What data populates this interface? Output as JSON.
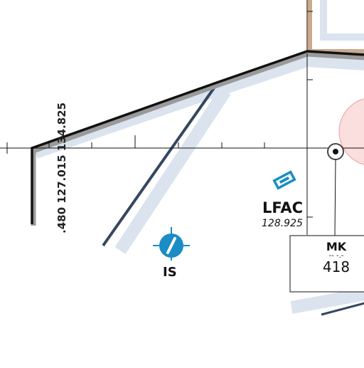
{
  "map": {
    "freq_vertical": ".480 127.015 134.825",
    "station_id": "LFAC",
    "station_freq": "128.925",
    "navaid_partial_label": "IS",
    "beacon_box": {
      "ident": "MK",
      "morse": "-- -.-",
      "freq": "418"
    }
  },
  "colors": {
    "airspace_border": "#34475f",
    "airspace_tint": "#dbe3ee",
    "boundary_black": "#111111",
    "restricted_pink": "#f4c8c8",
    "frame_brown": "#c8aa8f",
    "navaid_blue": "#1a8dc4"
  }
}
